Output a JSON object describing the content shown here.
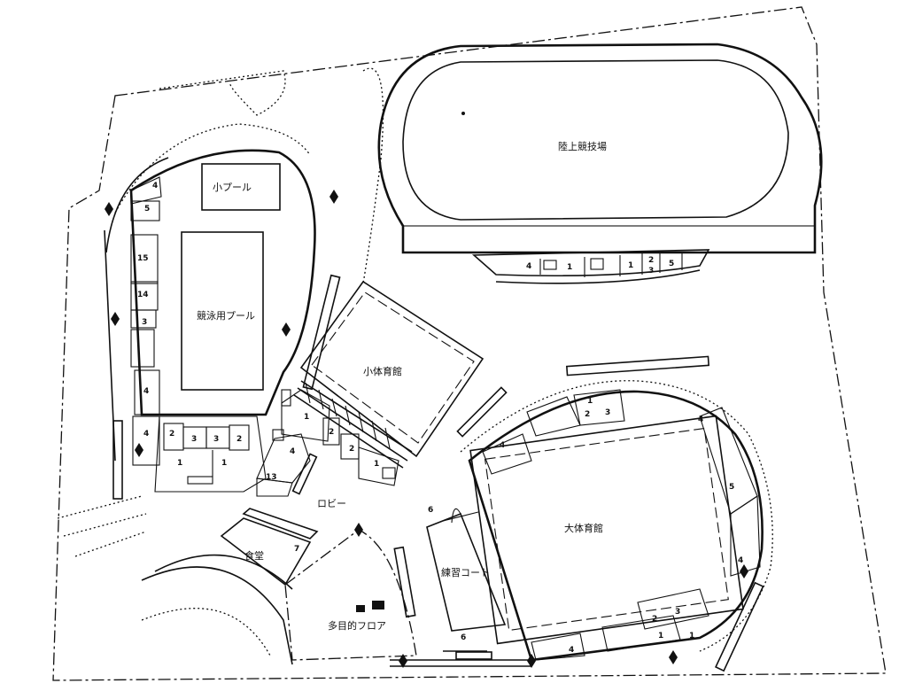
{
  "labels": {
    "track": "陸上競技場",
    "small_pool": "小プール",
    "competition_pool": "競泳用プール",
    "small_gym": "小体育館",
    "large_gym": "大体育館",
    "lobby": "ロビー",
    "cafeteria": "食堂",
    "multipurpose_floor": "多目的フロア",
    "practice_court": "練習コート"
  },
  "room_numbers": {
    "pool_4": "4",
    "pool_5": "5",
    "pool_15": "15",
    "pool_14": "14",
    "pool_3a": "3",
    "pool_4b": "4",
    "pool_4c": "4",
    "south_2a": "2",
    "south_3a": "3",
    "south_3b": "3",
    "south_2b": "2",
    "south_1a": "1",
    "south_1b": "1",
    "sg_1a": "1",
    "sg_2a": "2",
    "sg_2b": "2",
    "sg_1b": "1",
    "sg_4": "4",
    "sg_13": "13",
    "cafe_7": "7",
    "track_4": "4",
    "track_1a": "1",
    "track_1b": "1",
    "track_2": "2",
    "track_3": "3",
    "track_5": "5",
    "lg_4a": "4",
    "lg_1a": "1",
    "lg_2a": "2",
    "lg_3a": "3",
    "lg_4b": "4",
    "lg_5": "5",
    "lg_4c": "4",
    "lg_2b": "2",
    "lg_3b": "3",
    "lg_1b": "1",
    "lg_1c": "1",
    "lg_4d": "4",
    "entr_6a": "6",
    "entr_6b": "6"
  }
}
